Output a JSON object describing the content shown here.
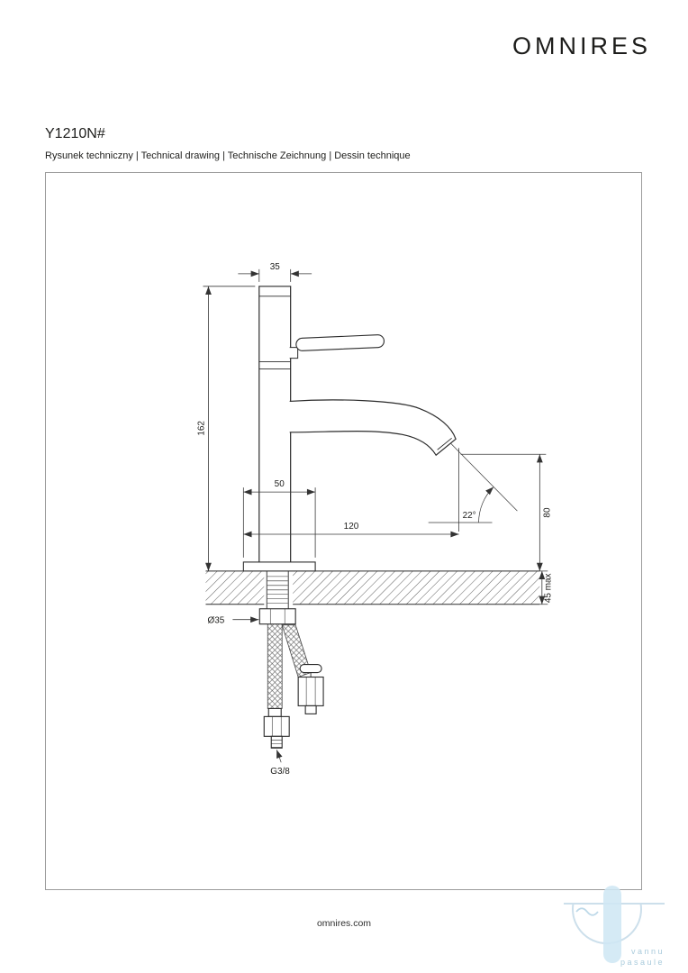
{
  "header": {
    "logo": "OMNIRES"
  },
  "product": {
    "code": "Y1210N#",
    "subtitle": "Rysunek techniczny | Technical drawing | Technische Zeichnung | Dessin technique"
  },
  "drawing": {
    "dims": {
      "top_width": "35",
      "height": "162",
      "base_width": "50",
      "spout_reach": "120",
      "stream_angle": "22°",
      "outlet_height": "80",
      "deck_thickness": "45 max",
      "hole_diameter": "Ø35",
      "connection_thread": "G3/8"
    }
  },
  "footer": {
    "website": "omnires.com"
  },
  "watermark": {
    "line1": "vannu",
    "line2": "pasaule"
  },
  "colors": {
    "line": "#2b2b2b",
    "watermark_bar": "#cfe7f4",
    "watermark_stroke": "#ccdfeb",
    "watermark_text": "#a9cbdc"
  }
}
